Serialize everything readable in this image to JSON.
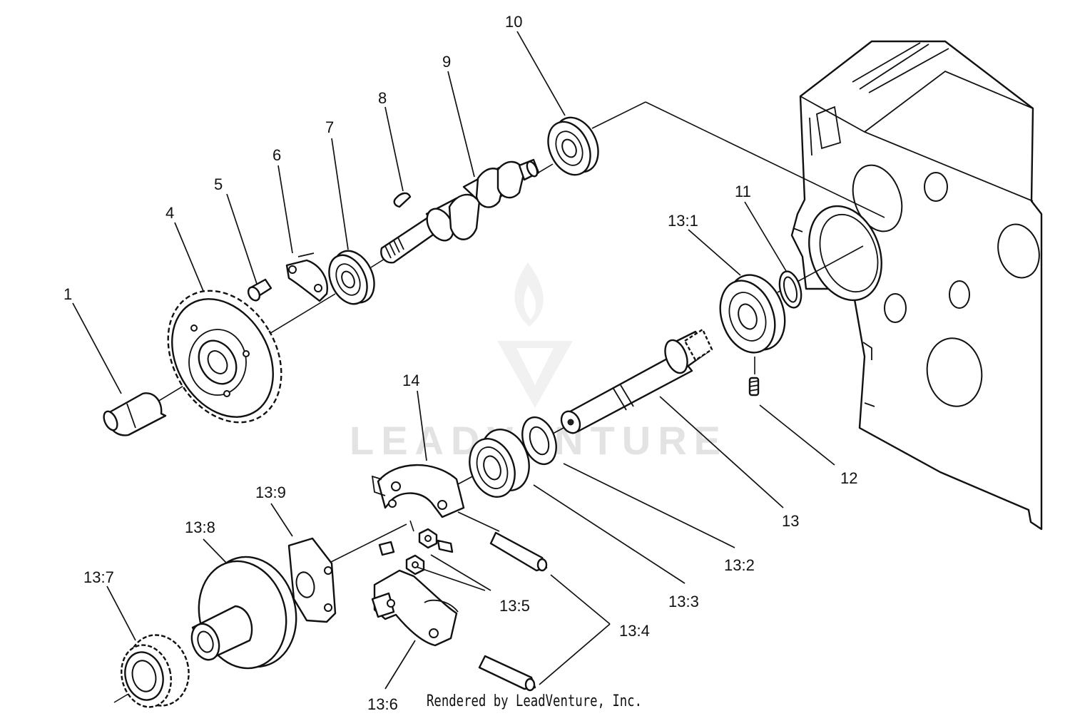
{
  "watermark": {
    "logo_name": "leadventure-logo-icon",
    "text": "LEADVENTURE"
  },
  "footer": {
    "text": "Rendered by LeadVenture, Inc."
  },
  "callouts": [
    "1",
    "4",
    "5",
    "6",
    "7",
    "8",
    "9",
    "10",
    "11",
    "12",
    "13",
    "13:1",
    "13:2",
    "13:3",
    "13:4",
    "13:5",
    "13:6",
    "13:7",
    "13:8",
    "13:9",
    "14"
  ],
  "parts": [
    {
      "ref": "1",
      "icon": "shaft-end-cap-icon"
    },
    {
      "ref": "4",
      "icon": "spur-gear-icon"
    },
    {
      "ref": "5",
      "icon": "bolt-icon"
    },
    {
      "ref": "6",
      "icon": "retainer-plate-icon"
    },
    {
      "ref": "7",
      "icon": "ball-bearing-icon"
    },
    {
      "ref": "8",
      "icon": "woodruff-key-icon"
    },
    {
      "ref": "9",
      "icon": "camshaft-icon"
    },
    {
      "ref": "10",
      "icon": "ball-bearing-icon"
    },
    {
      "ref": "11",
      "icon": "snap-ring-icon"
    },
    {
      "ref": "12",
      "icon": "set-screw-icon"
    },
    {
      "ref": "13",
      "icon": "governor-shaft-icon"
    },
    {
      "ref": "13:1",
      "icon": "ball-bearing-icon"
    },
    {
      "ref": "13:2",
      "icon": "washer-icon"
    },
    {
      "ref": "13:3",
      "icon": "sleeve-icon"
    },
    {
      "ref": "13:4",
      "icon": "pin-icon"
    },
    {
      "ref": "13:5",
      "icon": "nut-icon"
    },
    {
      "ref": "13:6",
      "icon": "weight-holder-icon"
    },
    {
      "ref": "13:7",
      "icon": "spur-gear-icon"
    },
    {
      "ref": "13:8",
      "icon": "flyweight-housing-icon"
    },
    {
      "ref": "13:9",
      "icon": "bracket-icon"
    },
    {
      "ref": "14",
      "icon": "weight-holder-icon"
    }
  ]
}
